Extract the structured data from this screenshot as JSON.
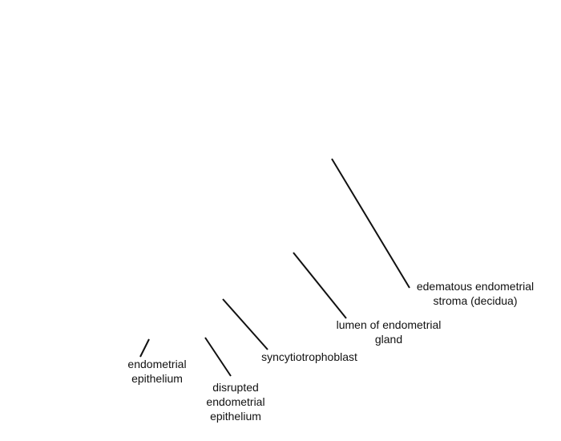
{
  "labels": {
    "stroma": "edematous endometrial\nstroma (decidua)",
    "lumen": "lumen of endometrial\ngland",
    "syncytiotrophoblast": "syncytiotrophoblast",
    "epithelium": "endometrial\nepithelium",
    "disrupted_epithelium": "disrupted\nendometrial\nepithelium"
  },
  "colors": {
    "background": "#ffffff",
    "lines_and_text": "#111111"
  }
}
